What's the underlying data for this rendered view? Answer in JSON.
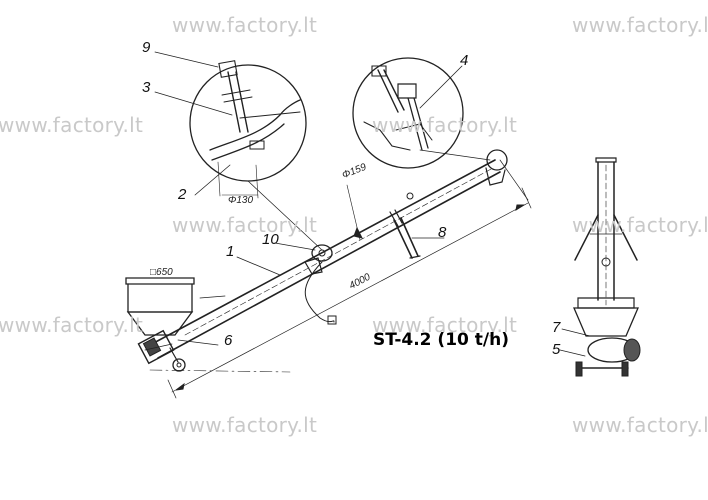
{
  "model_label": "ST-4.2 (10 t/h)",
  "watermark": "www.factory.lt",
  "callouts": [
    "9",
    "3",
    "2",
    "4",
    "10",
    "1",
    "6",
    "8",
    "7",
    "5"
  ],
  "dimensions": {
    "hopper_side": "□650",
    "detail_diameter": "Φ130",
    "tube_diameter": "Φ159",
    "tube_length": "4000"
  }
}
